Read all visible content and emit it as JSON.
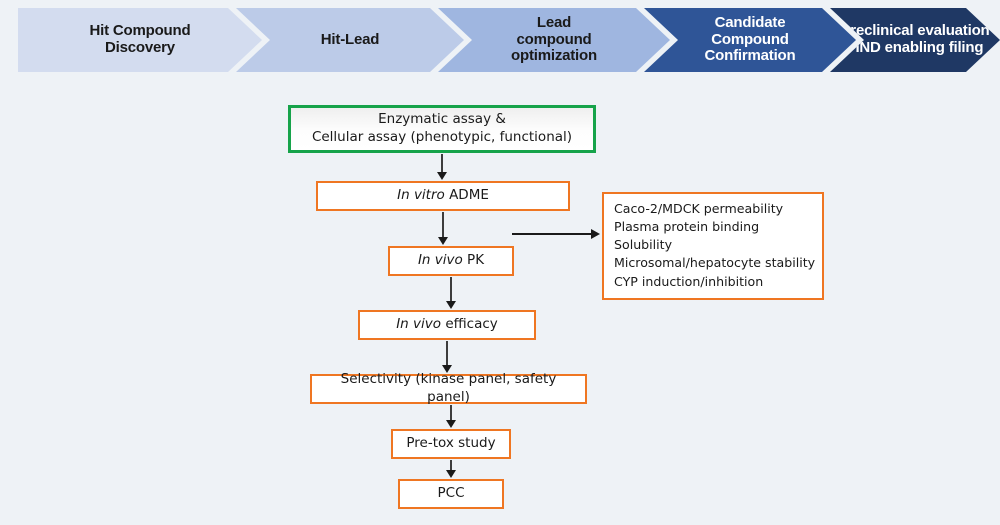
{
  "background_color": "#eef2f6",
  "stage_banner": {
    "name": "drug-discovery-stage-banner",
    "stages": [
      {
        "id": "hit-compound-discovery",
        "label": "Hit Compound\nDiscovery",
        "fill": "#d3dcef",
        "text_color": "#1a1a1a"
      },
      {
        "id": "hit-lead",
        "label": "Hit-Lead",
        "fill": "#bccbe8",
        "text_color": "#1a1a1a"
      },
      {
        "id": "lead-compound-optimization",
        "label": "Lead\ncompound\noptimization",
        "fill": "#9fb6e0",
        "text_color": "#1a1a1a"
      },
      {
        "id": "candidate-compound-confirmation",
        "label": "Candidate\nCompound\nConfirmation",
        "fill": "#2f5597",
        "text_color": "#ffffff"
      },
      {
        "id": "preclinical-evaluation",
        "label": "Preclinical evaluation\n- IND enabling filing",
        "fill": "#1f3864",
        "text_color": "#ffffff"
      }
    ]
  },
  "flowchart": {
    "accent_green": "#16a34a",
    "accent_orange": "#ef7622",
    "boxes": {
      "assay": {
        "line1": "Enzymatic assay &",
        "line2": "Cellular assay (phenotypic, functional)",
        "border_color": "#16a34a"
      },
      "in_vitro_adme": {
        "italic": "In vitro",
        "rest": " ADME",
        "border_color": "#ef7622"
      },
      "in_vivo_pk": {
        "italic": "In vivo",
        "rest": " PK",
        "border_color": "#ef7622"
      },
      "in_vivo_efficacy": {
        "italic": "In vivo",
        "rest": " efficacy",
        "border_color": "#ef7622"
      },
      "selectivity": {
        "label": "Selectivity (kinase panel, safety panel)",
        "border_color": "#ef7622"
      },
      "pre_tox_study": {
        "label": "Pre-tox study",
        "border_color": "#ef7622"
      },
      "pcc": {
        "label": "PCC",
        "border_color": "#ef7622"
      }
    },
    "side_panel": {
      "border_color": "#ef7622",
      "items": [
        "Caco-2/MDCK permeability",
        "Plasma protein binding",
        "Solubility",
        "Microsomal/hepatocyte stability",
        "CYP induction/inhibition"
      ]
    }
  }
}
